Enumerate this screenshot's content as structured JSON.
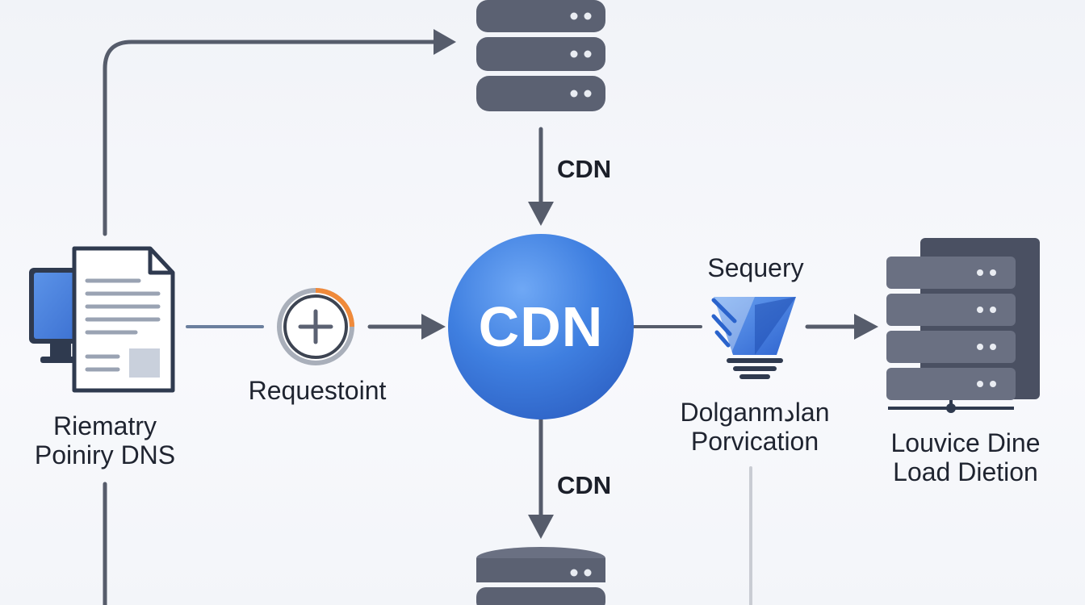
{
  "edge_labels": {
    "top": "CDN",
    "bottom": "CDN"
  },
  "center_node": {
    "label": "CDN"
  },
  "client_node": {
    "line1": "Riematry",
    "line2": "Poiniry DNS"
  },
  "request_node": {
    "label": "Requestoint"
  },
  "security_node": {
    "label": "Sequery",
    "sub_line1": "Dolganmدlan",
    "sub_line2": "Porvication"
  },
  "load_node": {
    "line1": "Louvice Dine",
    "line2": "Load Dietion"
  },
  "icons": {
    "top": "database-icon",
    "bottom": "database-icon",
    "client": "desktop-document-icon",
    "request": "plus-circle-icon",
    "security": "security-lamp-icon",
    "load": "server-rack-icon"
  },
  "colors": {
    "connector": "#565c6b",
    "cdn_blue": "#3f7fe0",
    "server_gray": "#5b6172",
    "accent_orange": "#f08a3a",
    "accent_blue": "#2f6fd6"
  }
}
